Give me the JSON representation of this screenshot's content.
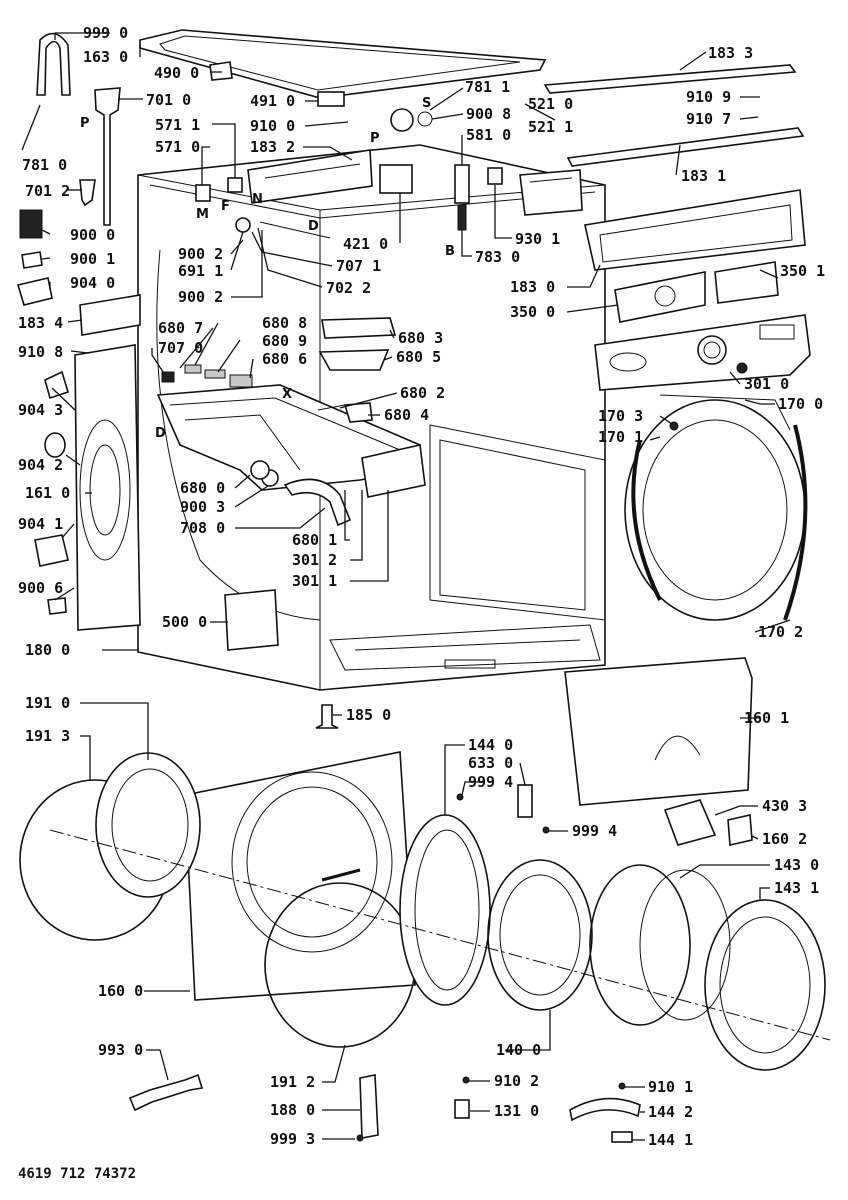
{
  "document_number": "4619 712 74372",
  "letters": [
    "P",
    "S",
    "P",
    "M",
    "F",
    "N",
    "D",
    "B",
    "X",
    "D"
  ],
  "labels": [
    {
      "id": "999_0",
      "text": "999 0"
    },
    {
      "id": "163_0",
      "text": "163 0"
    },
    {
      "id": "490_0",
      "text": "490 0"
    },
    {
      "id": "183_3",
      "text": "183 3"
    },
    {
      "id": "701_0",
      "text": "701 0"
    },
    {
      "id": "781_1",
      "text": "781 1"
    },
    {
      "id": "491_0",
      "text": "491 0"
    },
    {
      "id": "910_9",
      "text": "910 9"
    },
    {
      "id": "910_7",
      "text": "910 7"
    },
    {
      "id": "900_8",
      "text": "900 8"
    },
    {
      "id": "521_0",
      "text": "521 0"
    },
    {
      "id": "521_1",
      "text": "521 1"
    },
    {
      "id": "571_1",
      "text": "571 1"
    },
    {
      "id": "910_0",
      "text": "910 0"
    },
    {
      "id": "581_0",
      "text": "581 0"
    },
    {
      "id": "571_0",
      "text": "571 0"
    },
    {
      "id": "183_2",
      "text": "183 2"
    },
    {
      "id": "781_0",
      "text": "781 0"
    },
    {
      "id": "183_1",
      "text": "183 1"
    },
    {
      "id": "701_2",
      "text": "701 2"
    },
    {
      "id": "900_0",
      "text": "900 0"
    },
    {
      "id": "930_1",
      "text": "930 1"
    },
    {
      "id": "421_0",
      "text": "421 0"
    },
    {
      "id": "900_1",
      "text": "900 1"
    },
    {
      "id": "900_2a",
      "text": "900 2"
    },
    {
      "id": "707_1",
      "text": "707 1"
    },
    {
      "id": "783_0",
      "text": "783 0"
    },
    {
      "id": "691_1",
      "text": "691 1"
    },
    {
      "id": "904_0",
      "text": "904 0"
    },
    {
      "id": "350_1",
      "text": "350 1"
    },
    {
      "id": "702_2",
      "text": "702 2"
    },
    {
      "id": "900_2b",
      "text": "900 2"
    },
    {
      "id": "183_0",
      "text": "183 0"
    },
    {
      "id": "183_4",
      "text": "183 4"
    },
    {
      "id": "350_0",
      "text": "350 0"
    },
    {
      "id": "680_7",
      "text": "680 7"
    },
    {
      "id": "680_8",
      "text": "680 8"
    },
    {
      "id": "680_3",
      "text": "680 3"
    },
    {
      "id": "680_9",
      "text": "680 9"
    },
    {
      "id": "910_8",
      "text": "910 8"
    },
    {
      "id": "707_0",
      "text": "707 0"
    },
    {
      "id": "680_6",
      "text": "680 6"
    },
    {
      "id": "680_5",
      "text": "680 5"
    },
    {
      "id": "301_0",
      "text": "301 0"
    },
    {
      "id": "680_2",
      "text": "680 2"
    },
    {
      "id": "170_0",
      "text": "170 0"
    },
    {
      "id": "904_3",
      "text": "904 3"
    },
    {
      "id": "680_4",
      "text": "680 4"
    },
    {
      "id": "170_3",
      "text": "170 3"
    },
    {
      "id": "170_1",
      "text": "170 1"
    },
    {
      "id": "904_2",
      "text": "904 2"
    },
    {
      "id": "680_0",
      "text": "680 0"
    },
    {
      "id": "161_0",
      "text": "161 0"
    },
    {
      "id": "900_3",
      "text": "900 3"
    },
    {
      "id": "708_0",
      "text": "708 0"
    },
    {
      "id": "904_1",
      "text": "904 1"
    },
    {
      "id": "680_1",
      "text": "680 1"
    },
    {
      "id": "301_2",
      "text": "301 2"
    },
    {
      "id": "301_1",
      "text": "301 1"
    },
    {
      "id": "900_6",
      "text": "900 6"
    },
    {
      "id": "500_0",
      "text": "500 0"
    },
    {
      "id": "170_2",
      "text": "170 2"
    },
    {
      "id": "180_0",
      "text": "180 0"
    },
    {
      "id": "191_0",
      "text": "191 0"
    },
    {
      "id": "185_0",
      "text": "185 0"
    },
    {
      "id": "160_1",
      "text": "160 1"
    },
    {
      "id": "144_0",
      "text": "144 0"
    },
    {
      "id": "191_3",
      "text": "191 3"
    },
    {
      "id": "633_0",
      "text": "633 0"
    },
    {
      "id": "999_4a",
      "text": "999 4"
    },
    {
      "id": "430_3",
      "text": "430 3"
    },
    {
      "id": "999_4b",
      "text": "999 4"
    },
    {
      "id": "160_2",
      "text": "160 2"
    },
    {
      "id": "143_0",
      "text": "143 0"
    },
    {
      "id": "143_1",
      "text": "143 1"
    },
    {
      "id": "160_0",
      "text": "160 0"
    },
    {
      "id": "993_0",
      "text": "993 0"
    },
    {
      "id": "140_0",
      "text": "140 0"
    },
    {
      "id": "191_2",
      "text": "191 2"
    },
    {
      "id": "910_2",
      "text": "910 2"
    },
    {
      "id": "910_1",
      "text": "910 1"
    },
    {
      "id": "188_0",
      "text": "188 0"
    },
    {
      "id": "131_0",
      "text": "131 0"
    },
    {
      "id": "144_2",
      "text": "144 2"
    },
    {
      "id": "999_3",
      "text": "999 3"
    },
    {
      "id": "144_1",
      "text": "144 1"
    }
  ]
}
